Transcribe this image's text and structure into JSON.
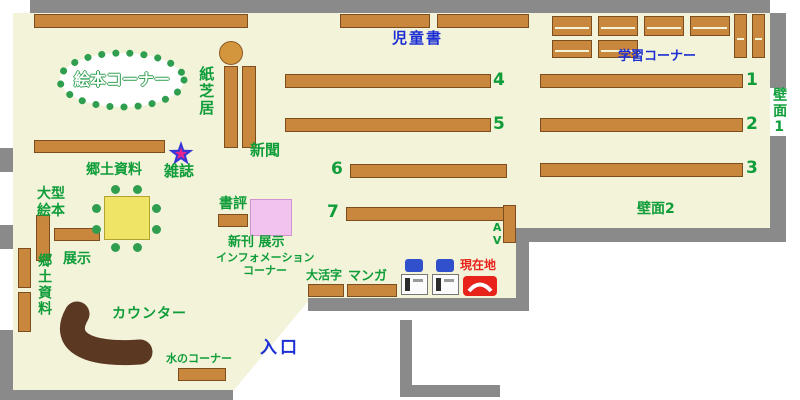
{
  "labels": {
    "jidosho": "児童書",
    "gakushu_corner": "学習コーナー",
    "hekimen1": "壁面1",
    "hekimen2": "壁面2",
    "ehon_corner": "絵本コーナー",
    "kamishibai": "紙芝居",
    "shinbun": "新聞",
    "zasshi": "雑誌",
    "kyodo_shiryo": "郷土資料",
    "ogata_line1": "大型",
    "ogata_line2": "絵本",
    "tenji": "展示",
    "kyodo_shiryo_vertical": "郷土資料",
    "shohyo": "書評",
    "shinkan_tenji": "新刊 展示",
    "information_line1": "インフォメーション",
    "information_line2": "コーナー",
    "daikatsuji": "大活字",
    "manga": "マンガ",
    "genzaichi": "現在地",
    "counter": "カウンター",
    "mizu_corner": "水のコーナー",
    "iriguchi": "入口",
    "av": "AV"
  },
  "shelf_numbers": {
    "n1": "1",
    "n2": "2",
    "n3": "3",
    "n4": "4",
    "n5": "5",
    "n6": "6",
    "n7": "7"
  },
  "icons": {
    "zasshi_marker": "star-icon",
    "genzaichi_marker": "current-location-icon"
  },
  "colors": {
    "floor": "#f3f3d9",
    "wall": "#8a8a8a",
    "shelf": "#c9873e",
    "shelf_border": "#7c4e1d",
    "counter": "#5a3822",
    "green_text": "#0f9d3a",
    "blue_text": "#1c2fd4",
    "red_text": "#e8231c",
    "table_yellow": "#efe466",
    "display_pink": "#f3c3f0",
    "seat_blue": "#3050cc",
    "chair_dot_green": "#2f9e4f",
    "star_blue": "#3636d6",
    "star_red": "#e8258c"
  }
}
